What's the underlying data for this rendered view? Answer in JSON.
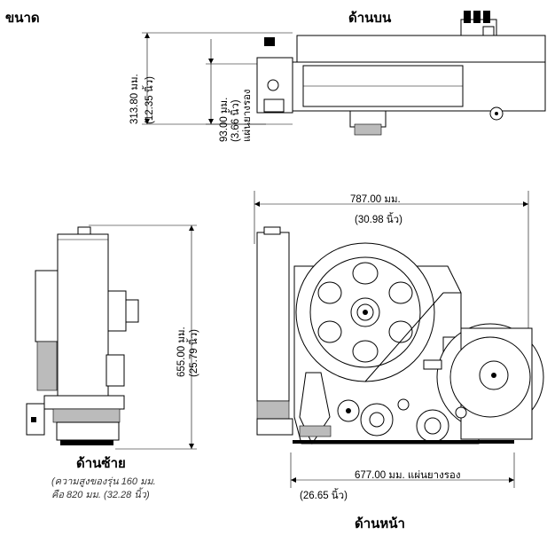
{
  "title": "ขนาด",
  "views": {
    "top": {
      "label": "ด้านบน",
      "dim_overall_mm": "313.80 มม.",
      "dim_overall_in": "(12.35 นิ้ว)",
      "dim_plate_mm": "93.00 มม.",
      "dim_plate_in": "(3.66 นิ้ว)",
      "dim_plate_label": "แผ่นยางรอง"
    },
    "left": {
      "label": "ด้านซ้าย",
      "note_line1": "(ความสูงของรุ่น 160 มม.",
      "note_line2": "คือ 820 มม. (32.28 นิ้ว)",
      "dim_height_mm": "655.00 มม.",
      "dim_height_in": "(25.79 นิ้ว)"
    },
    "front": {
      "label": "ด้านหน้า",
      "dim_width_mm": "787.00 มม.",
      "dim_width_in": "(30.98 นิ้ว)",
      "dim_base_mm": "677.00 มม. แผ่นยางรอง",
      "dim_base_in": "(26.65 นิ้ว)"
    }
  }
}
